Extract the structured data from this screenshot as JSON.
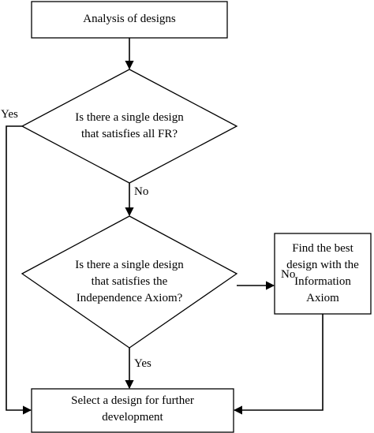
{
  "nodes": {
    "analysis": {
      "text": "Analysis of designs"
    },
    "decision1": {
      "line1": "Is there a single design",
      "line2": "that satisfies all FR?"
    },
    "decision2": {
      "line1": "Is there a single design",
      "line2": "that satisfies the",
      "line3": "Independence Axiom?"
    },
    "info_axiom": {
      "line1": "Find the best",
      "line2": "design with the",
      "line3": "Information",
      "line4": "Axiom"
    },
    "select": {
      "line1": "Select a design for further",
      "line2": "development"
    }
  },
  "edges": {
    "yes_left": "Yes",
    "no_down": "No",
    "no_right": "No",
    "yes_down": "Yes"
  }
}
